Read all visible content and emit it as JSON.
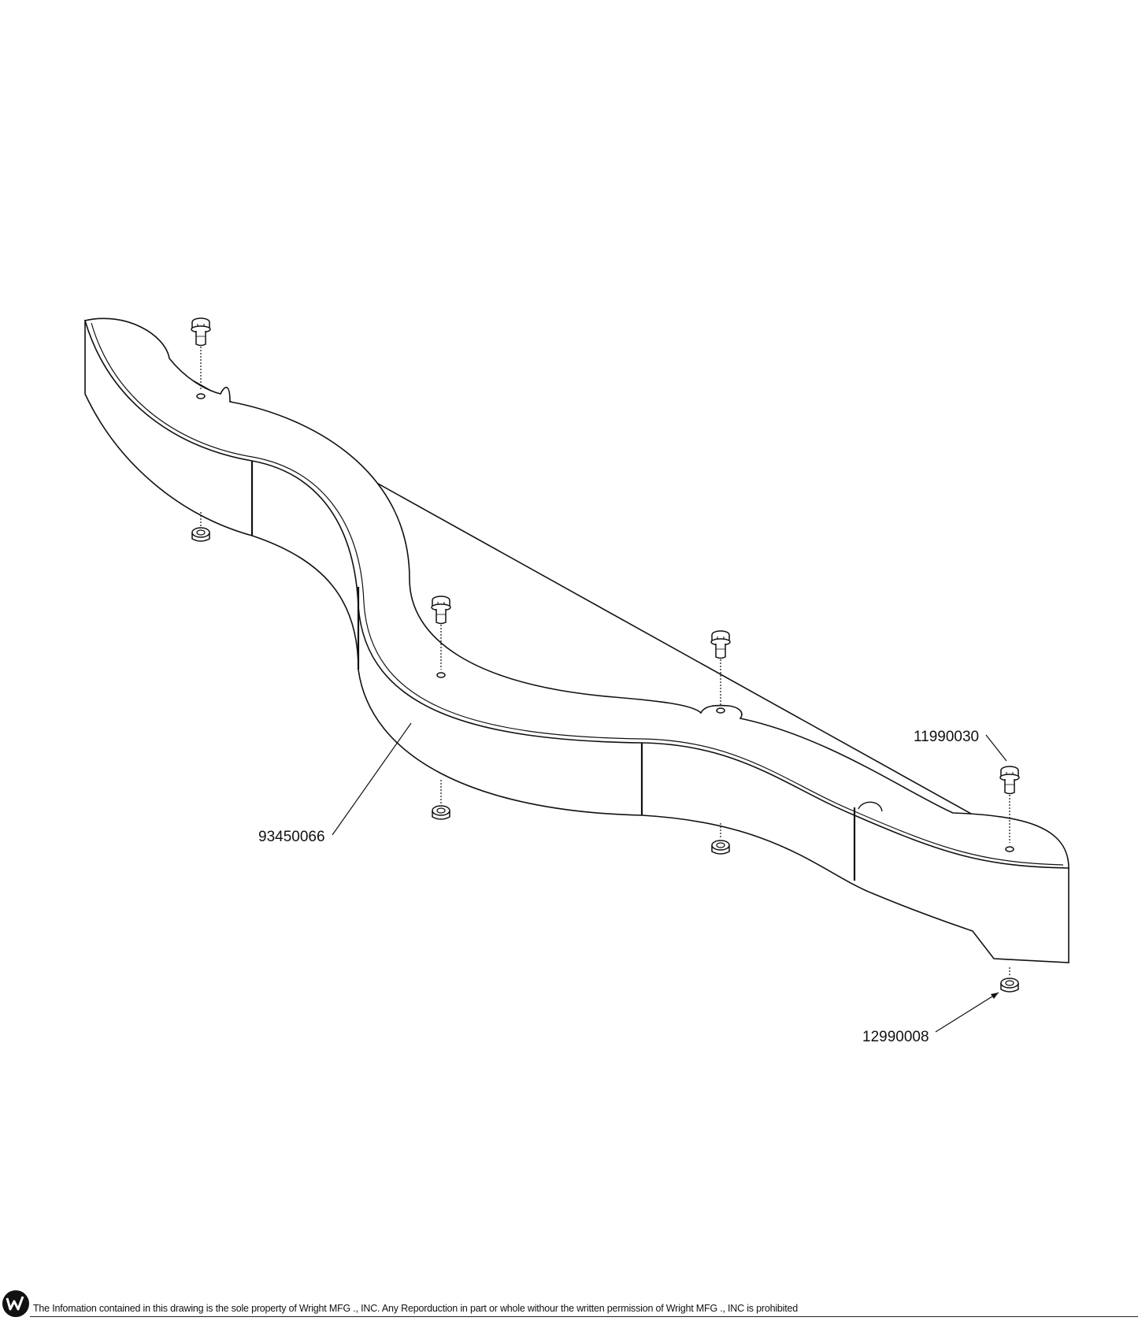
{
  "callouts": {
    "bumper": "93450066",
    "bolt": "11990030",
    "nut": "12990008"
  },
  "footer": {
    "notice": "The Infomation contained in this drawing is the sole property of Wright MFG ., INC. Any Reporduction in part or whole withour the written permission of Wright MFG ., INC is prohibited",
    "logo_icon": "wright-logo-icon"
  }
}
